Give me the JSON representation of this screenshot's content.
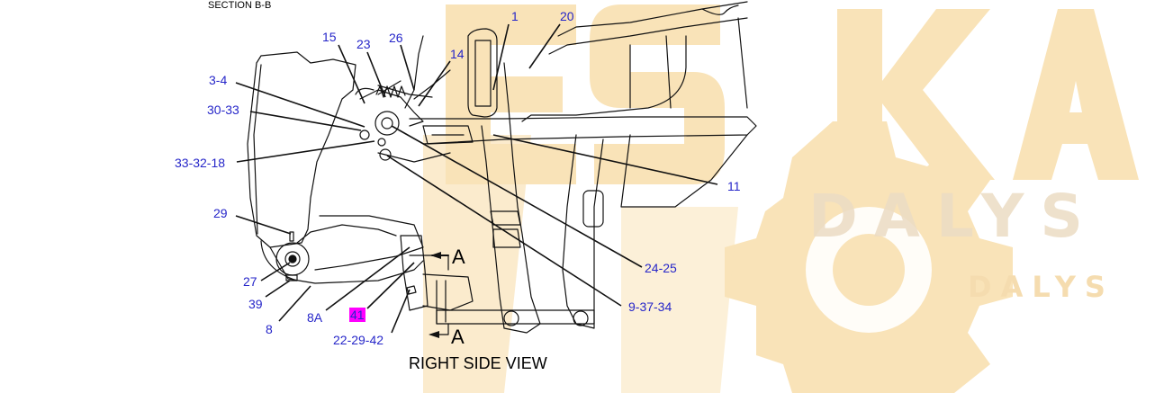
{
  "section_title": "SECTION B-B",
  "view_title": "RIGHT SIDE VIEW",
  "section_marks": {
    "upper": "A",
    "lower": "A"
  },
  "watermark": {
    "big_text": "ESKA",
    "middle_text": "DALYS",
    "small_text": "DALYS",
    "color": "#f7d9a3"
  },
  "callout_color": "#2626c9",
  "highlight_color": "#ff00ff",
  "callouts": {
    "c1": "1",
    "c20": "20",
    "c15": "15",
    "c23": "23",
    "c26": "26",
    "c14": "14",
    "c3_4": "3-4",
    "c30_33": "30-33",
    "c33_32_18": "33-32-18",
    "c11": "11",
    "c29": "29",
    "c24_25": "24-25",
    "c27": "27",
    "c39": "39",
    "c9_37_34": "9-37-34",
    "c8": "8",
    "c8A": "8A",
    "c41": "41",
    "c22_29_42": "22-29-42"
  }
}
